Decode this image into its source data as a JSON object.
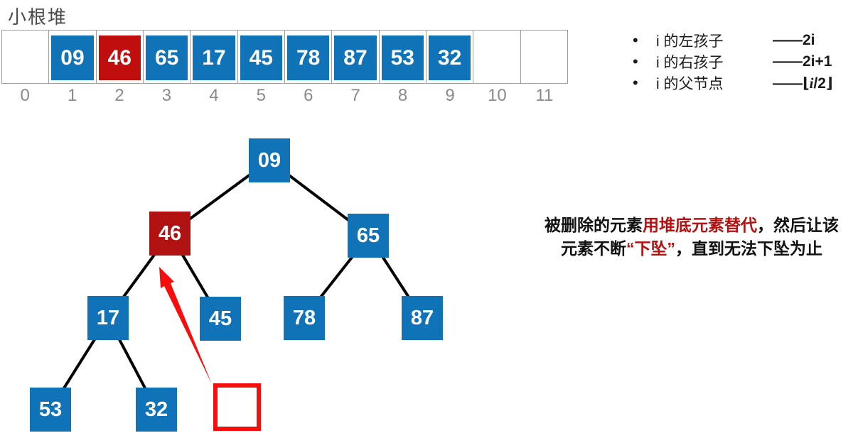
{
  "title": "小根堆",
  "colors": {
    "c-blue": "#1173b7",
    "c-red-cell": "#c00d0d",
    "c-red-node": "#b01111",
    "c-red-bright": "#f70d0c",
    "c-red-text": "#b51111",
    "c-gray-border": "#9e9e9e",
    "c-gray-index": "#8a8a8a",
    "c-title": "#4a4a4a"
  },
  "array": {
    "values": [
      "",
      "09",
      "46",
      "65",
      "17",
      "45",
      "78",
      "87",
      "53",
      "32",
      "",
      ""
    ],
    "highlight_index": 2,
    "indices": [
      "0",
      "1",
      "2",
      "3",
      "4",
      "5",
      "6",
      "7",
      "8",
      "9",
      "10",
      "11"
    ]
  },
  "legend": {
    "bullet": "•",
    "items": [
      {
        "label": "i 的左孩子",
        "formula": "——2i"
      },
      {
        "label": "i 的右孩子",
        "formula": "——2i+1"
      },
      {
        "label": "i 的父节点",
        "formula_pre": "——⌊",
        "formula_i": "i",
        "formula_post": "/2⌋"
      }
    ]
  },
  "tree": {
    "nodes": {
      "n09": "09",
      "n46": "46",
      "n65": "65",
      "n17": "17",
      "n45": "45",
      "n78": "78",
      "n87": "87",
      "n53": "53",
      "n32": "32"
    }
  },
  "note": {
    "l1a": "被删除的元素",
    "l1b": "用堆底元素替代",
    "l1c": "，然后让该",
    "l2a": "元素不断",
    "l2b": "“下坠”",
    "l2c": "，直到无法下坠为止"
  }
}
